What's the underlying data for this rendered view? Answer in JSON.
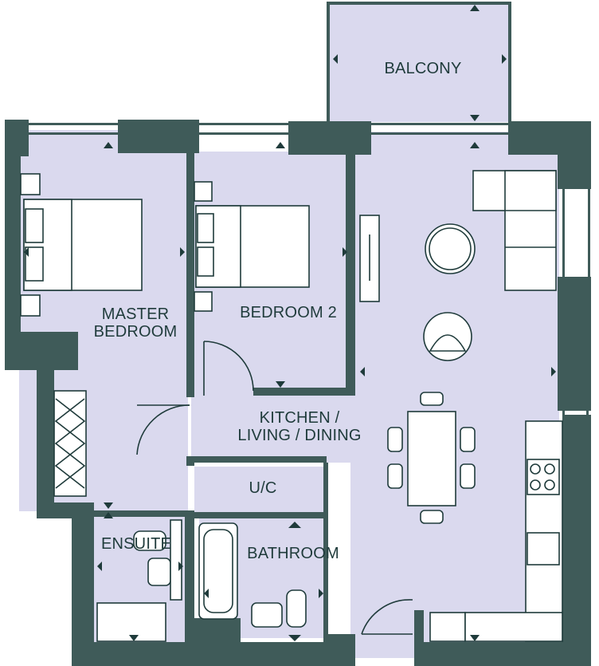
{
  "rooms": {
    "balcony": "BALCONY",
    "master_bedroom_line1": "MASTER",
    "master_bedroom_line2": "BEDROOM",
    "bedroom2": "BEDROOM 2",
    "kitchen_line1": "KITCHEN /",
    "kitchen_line2": "LIVING / DINING",
    "uc": "U/C",
    "bathroom": "BATHROOM",
    "ensuite": "ENSUITE"
  },
  "colors": {
    "wall": "#3f5b59",
    "floor": "#dad9ee",
    "line": "#1f3b3b",
    "furniture": "#ffffff",
    "background": "#ffffff"
  }
}
